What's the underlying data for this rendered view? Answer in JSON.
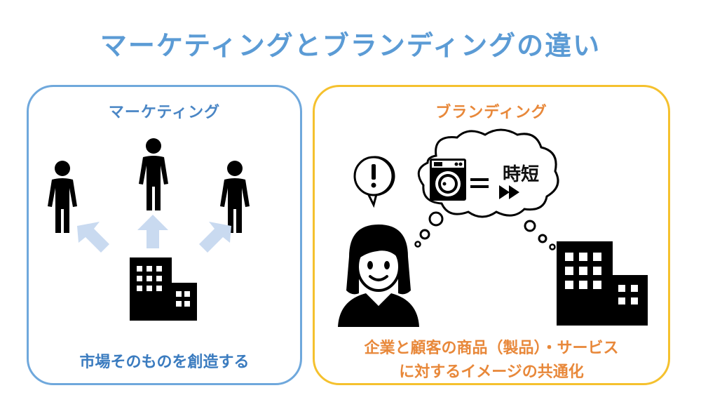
{
  "title": "マーケティングとブランディングの違い",
  "marketing": {
    "heading": "マーケティング",
    "caption": "市場そのものを創造する"
  },
  "branding": {
    "heading": "ブランディング",
    "caption_line1": "企業と顧客の商品（製品）・サービス",
    "caption_line2": "に対するイメージの共通化",
    "bubble_text": "時短"
  },
  "colors": {
    "marketing": "#5b9bd5",
    "branding": "#e8883a",
    "branding_border": "#f5c12e"
  }
}
